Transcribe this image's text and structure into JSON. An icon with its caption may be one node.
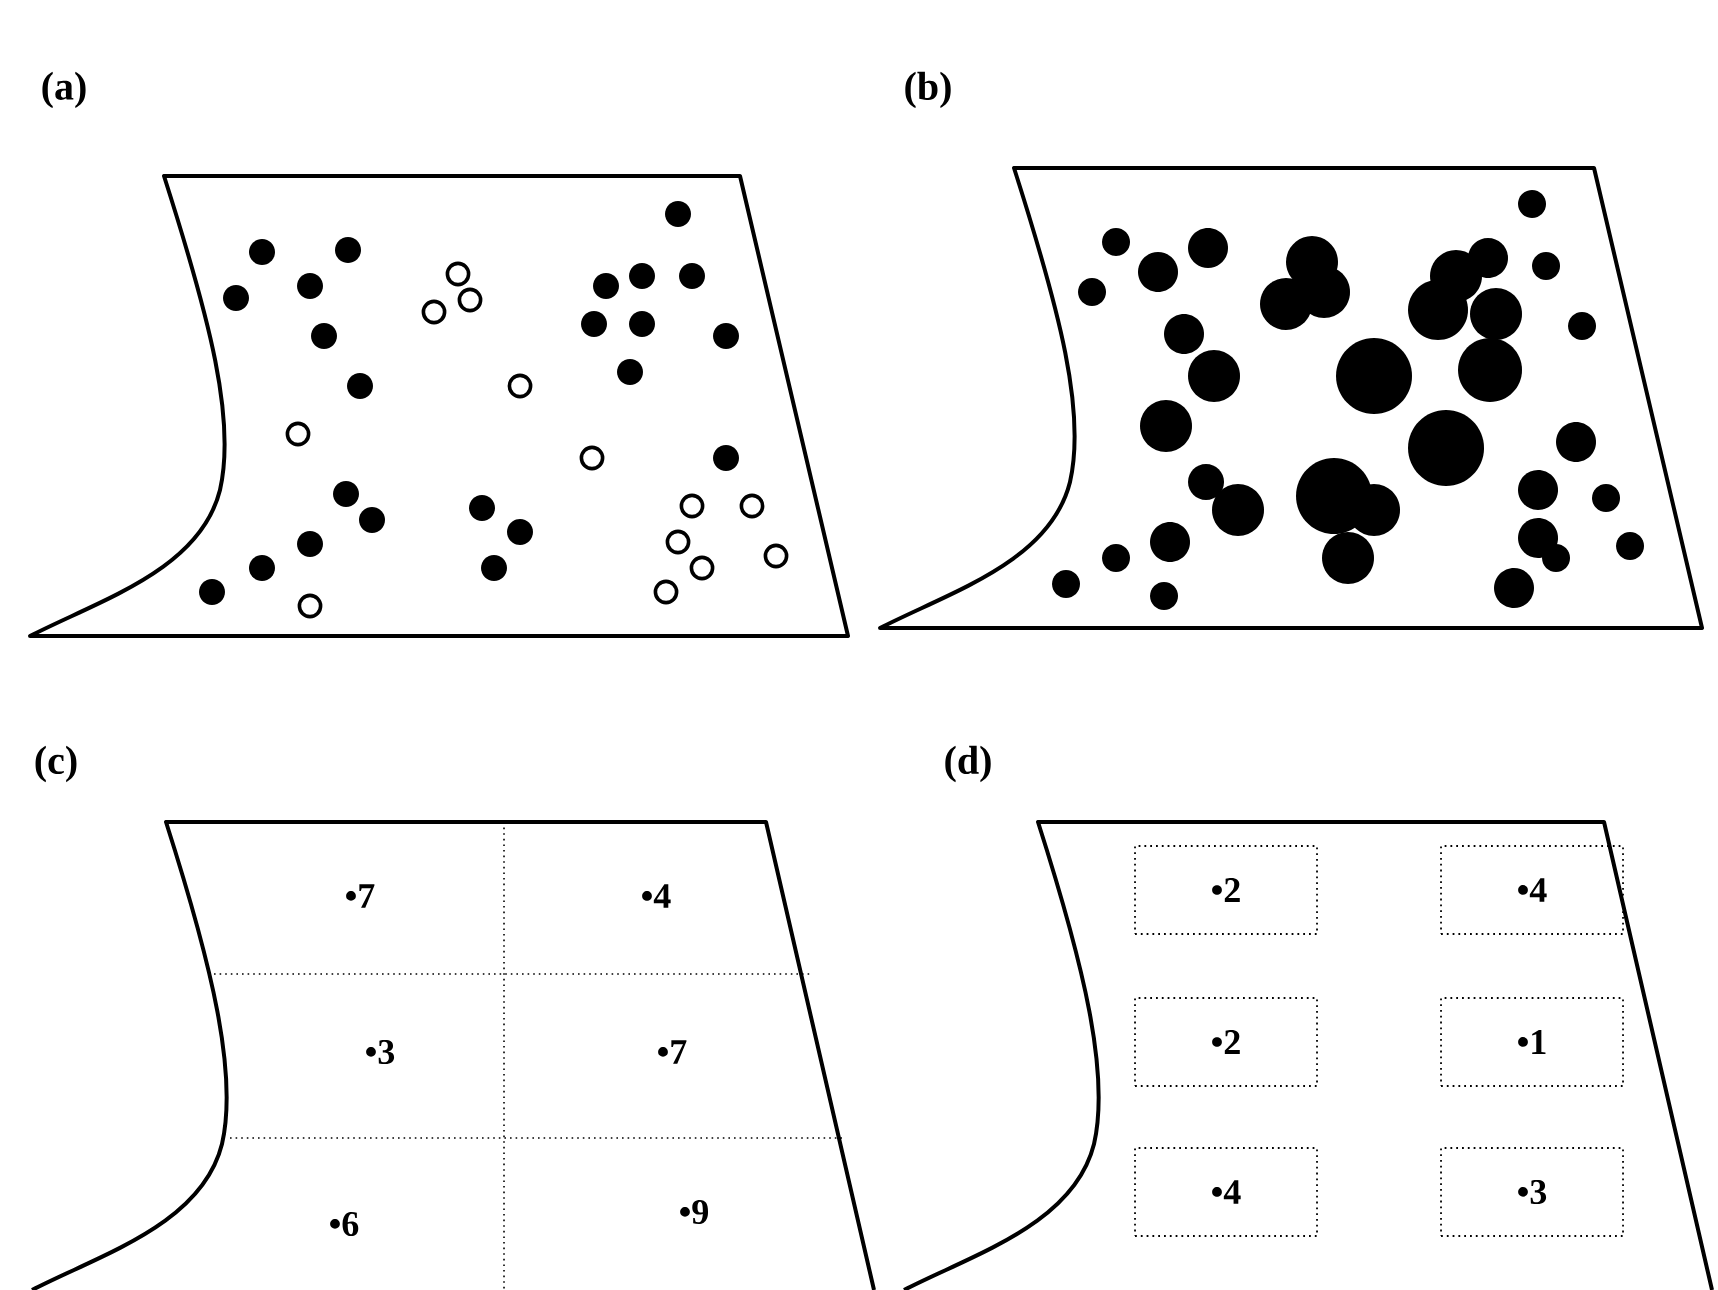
{
  "diagram": {
    "nodes": [
      {
        "text": [
          "•2"
        ]
      },
      {
        "text": [
          "•4"
        ]
      },
      {
        "text": [
          "•2"
        ]
      },
      {
        "text": [
          "•1"
        ]
      },
      {
        "text": [
          "•4"
        ]
      },
      {
        "text": [
          "•3"
        ]
      }
    ],
    "labels": [
      "(a)",
      "(b)",
      "(c)",
      "•7",
      "•4",
      "•3",
      "•7",
      "•6",
      "•9",
      "(d)"
    ]
  }
}
